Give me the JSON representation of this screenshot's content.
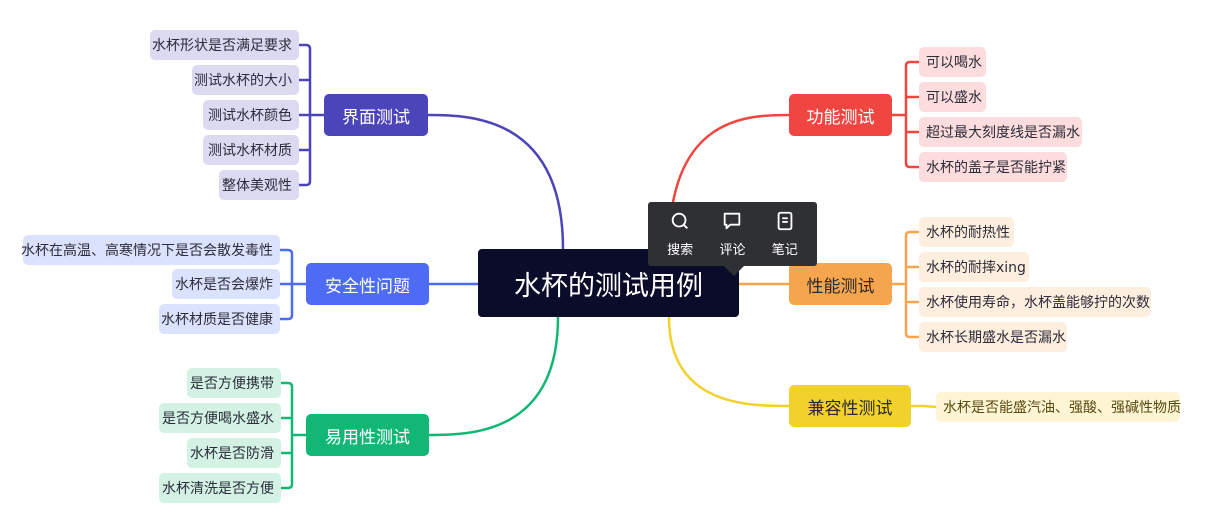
{
  "root": {
    "label": "水杯的测试用例",
    "bg": "#0b0c2a"
  },
  "toolbar": {
    "items": [
      {
        "label": "搜索",
        "icon": "search-icon"
      },
      {
        "label": "评论",
        "icon": "comment-icon"
      },
      {
        "label": "笔记",
        "icon": "note-icon"
      }
    ]
  },
  "branches": [
    {
      "label": "界面测试",
      "side": "left",
      "color": "#4b45b9",
      "leaf_bg": "#dcdaf1",
      "leaf_color": "#2c2c3a",
      "leaves": [
        "水杯形状是否满足要求",
        "测试水杯的大小",
        "测试水杯颜色",
        "测试水杯材质",
        "整体美观性"
      ]
    },
    {
      "label": "安全性问题",
      "side": "left",
      "color": "#4e6cf3",
      "leaf_bg": "#dbe2fd",
      "leaf_color": "#2c2c3a",
      "leaves": [
        "水杯在高温、高寒情况下是否会散发毒性",
        "水杯是否会爆炸",
        "水杯材质是否健康"
      ]
    },
    {
      "label": "易用性测试",
      "side": "left",
      "color": "#12b776",
      "leaf_bg": "#d3f2e4",
      "leaf_color": "#2c2c3a",
      "leaves": [
        "是否方便携带",
        "是否方便喝水盛水",
        "水杯是否防滑",
        "水杯清洗是否方便"
      ]
    },
    {
      "label": "功能测试",
      "side": "right",
      "color": "#ef4642",
      "leaf_bg": "#fcdcdc",
      "leaf_color": "#2c2c3a",
      "leaves": [
        "可以喝水",
        "可以盛水",
        "超过最大刻度线是否漏水",
        "水杯的盖子是否能拧紧"
      ]
    },
    {
      "label": "性能测试",
      "side": "right",
      "color": "#f5a54d",
      "leaf_bg": "#fdeede",
      "leaf_color": "#2c2c3a",
      "leaves": [
        "水杯的耐热性",
        "水杯的耐摔xing",
        "水杯使用寿命，水杯盖能够拧的次数",
        "水杯长期盛水是否漏水"
      ]
    },
    {
      "label": "兼容性测试",
      "side": "right",
      "color": "#f3d12d",
      "leaf_bg": "#fdf5d4",
      "leaf_color": "#5a4a10",
      "leaves": [
        "水杯是否能盛汽油、强酸、强碱性物质"
      ]
    }
  ]
}
